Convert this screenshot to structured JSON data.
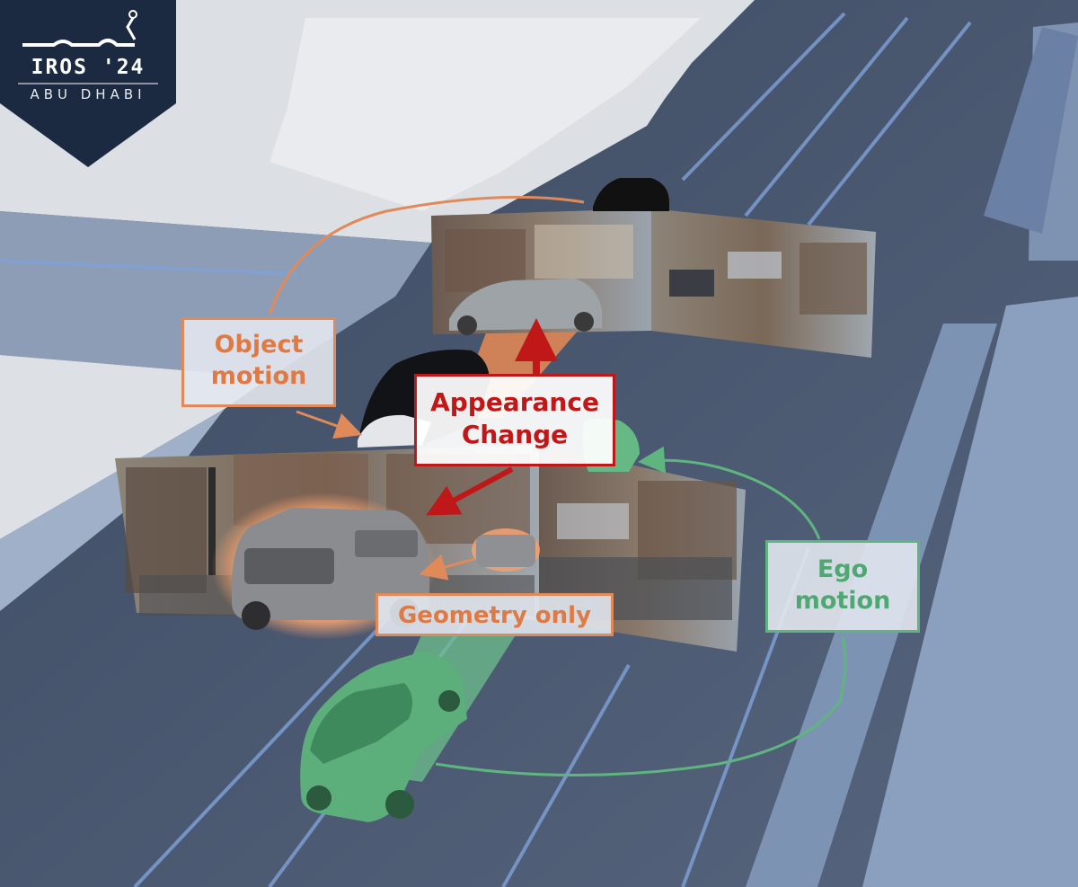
{
  "logo": {
    "title": "IROS '24",
    "subtitle": "ABU DHABI"
  },
  "labels": {
    "object_motion": [
      "Object",
      "motion"
    ],
    "appearance_change": [
      "Appearance",
      "Change"
    ],
    "geometry_only": "Geometry only",
    "ego_motion": [
      "Ego",
      "motion"
    ]
  },
  "colors": {
    "object_motion": "#e07a45",
    "appearance_change": "#c01818",
    "ego_motion": "#4fa872",
    "badge": "#1b2a40"
  }
}
